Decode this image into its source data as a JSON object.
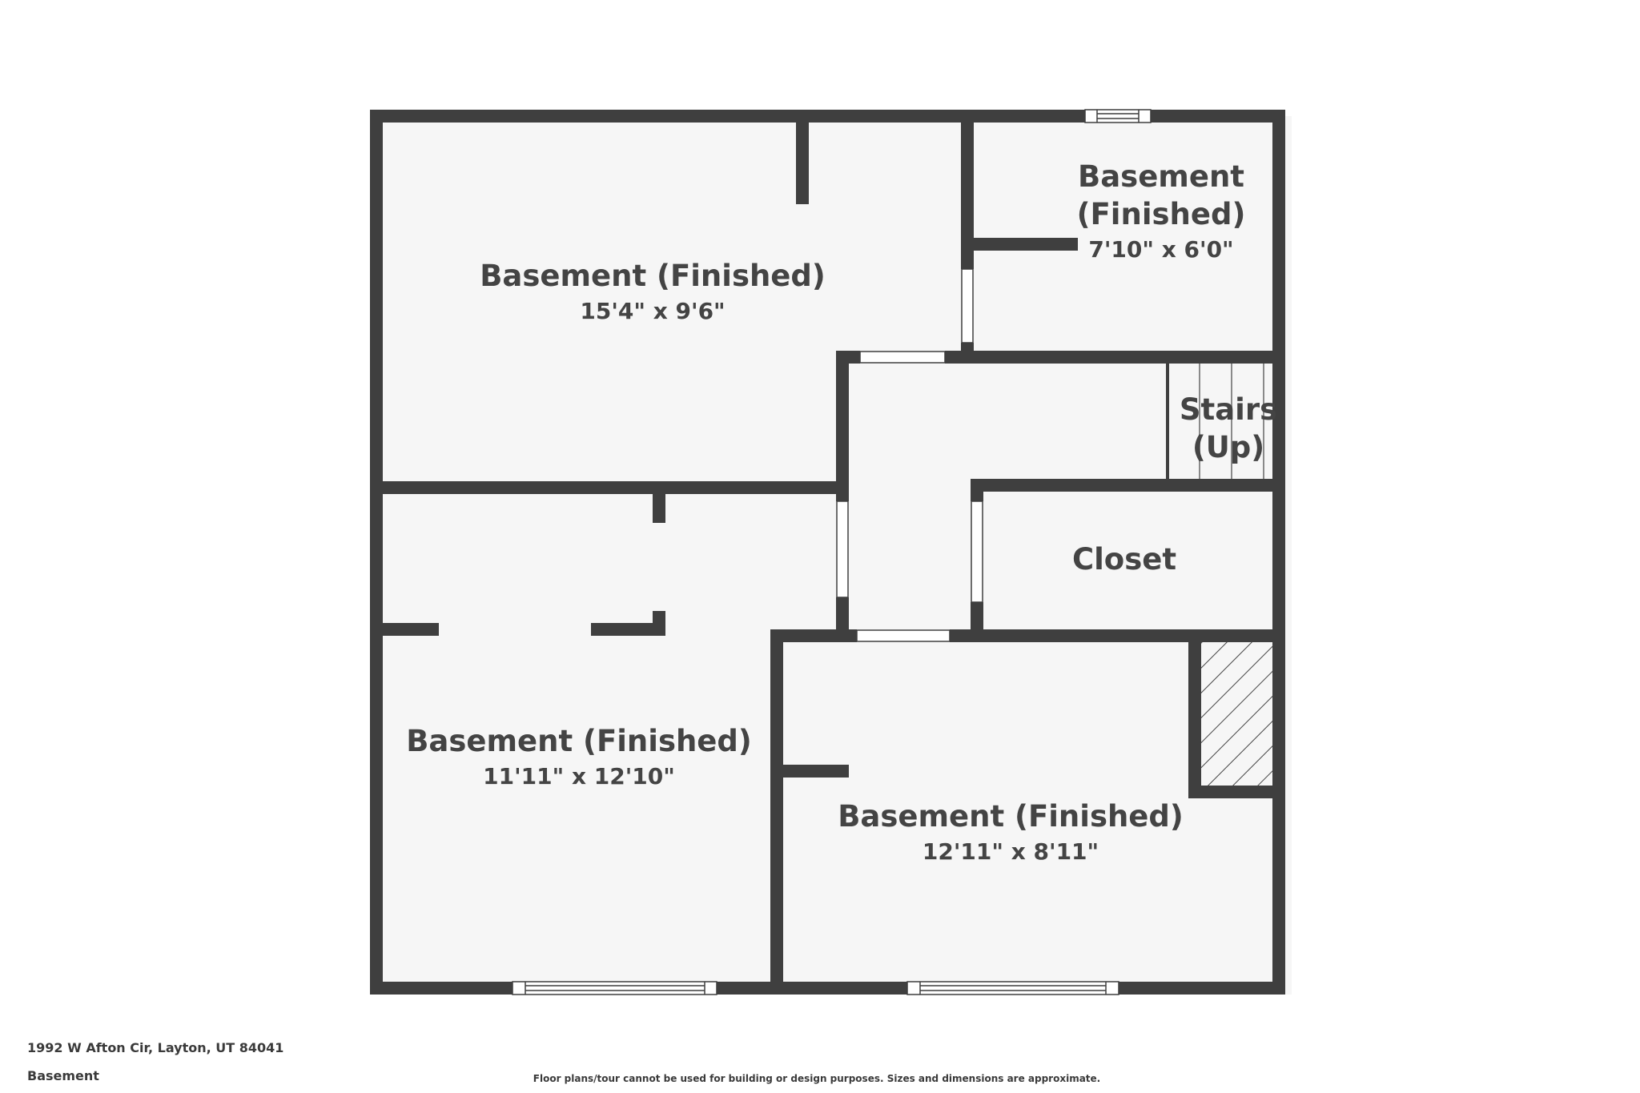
{
  "rooms": {
    "top_left": {
      "name": "Basement (Finished)",
      "dimensions": "15'4\" x 9'6\""
    },
    "top_right": {
      "name_line1": "Basement",
      "name_line2": "(Finished)",
      "dimensions": "7'10\" x 6'0\""
    },
    "stairs": {
      "name_line1": "Stairs",
      "name_line2": "(Up)"
    },
    "closet": {
      "name": "Closet"
    },
    "bottom_left": {
      "name": "Basement (Finished)",
      "dimensions": "11'11\" x 12'10\""
    },
    "bottom_right": {
      "name": "Basement (Finished)",
      "dimensions": "12'11\" x 8'11\""
    }
  },
  "footer": {
    "address": "1992 W Afton Cir, Layton, UT 84041",
    "level": "Basement",
    "disclaimer": "Floor plans/tour cannot be used for building or design purposes. Sizes and dimensions are approximate."
  },
  "colors": {
    "wall": "#3f3f3f",
    "floor": "#f6f6f6",
    "background": "#ffffff",
    "text": "#444444"
  }
}
